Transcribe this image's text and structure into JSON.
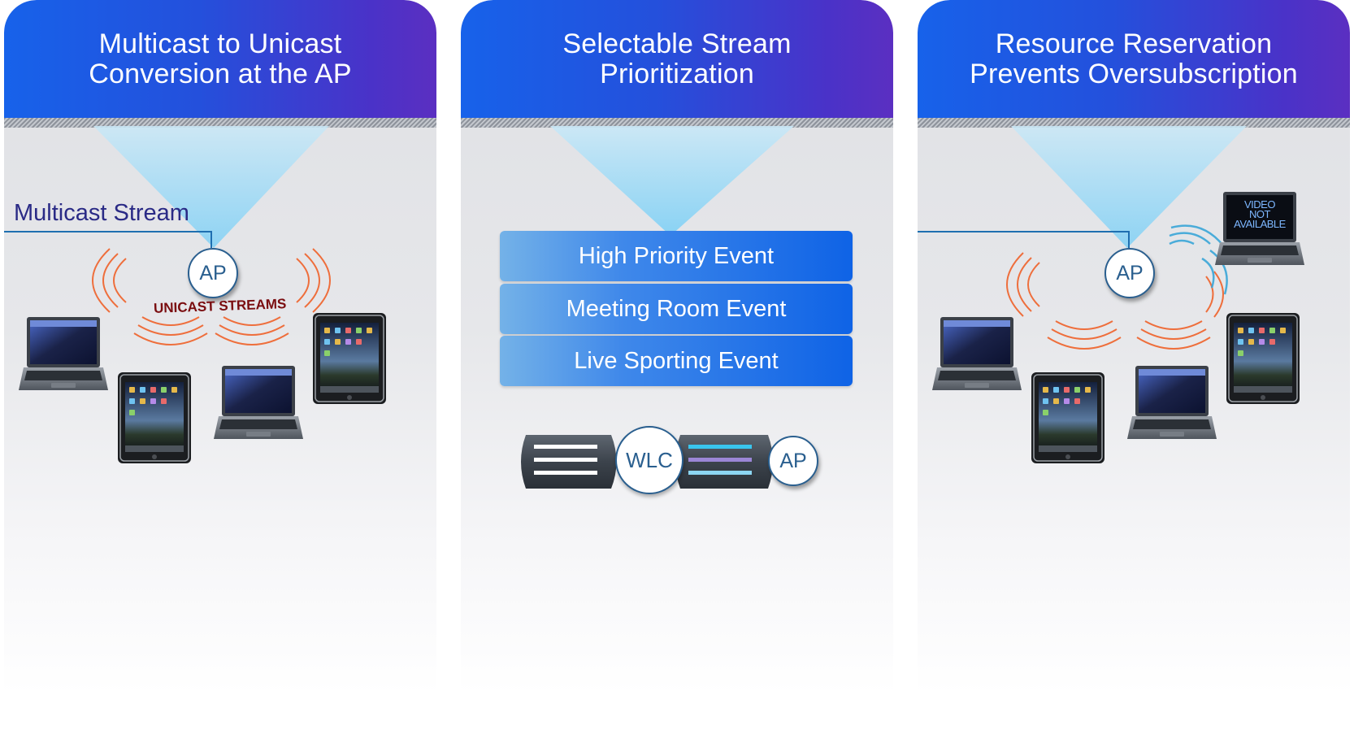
{
  "panels": [
    {
      "title": "Multicast to Unicast Conversion at the AP",
      "stream_label": "Multicast Stream",
      "ap_label": "AP",
      "wave_label": "UNICAST STREAMS"
    },
    {
      "title": "Selectable Stream Prioritization",
      "events": [
        "High Priority Event",
        "Meeting Room Event",
        "Live Sporting Event"
      ],
      "wlc_label": "WLC",
      "ap_label": "AP"
    },
    {
      "title": "Resource Reservation Prevents Oversubscription",
      "ap_label": "AP",
      "screen_lines": [
        "VIDEO",
        "NOT",
        "AVAILABLE"
      ]
    }
  ],
  "colors": {
    "header_start": "#1762ea",
    "header_end": "#5b2fc1",
    "beam": "#8fd3f4",
    "wave": "#f05a1e",
    "wave_blue": "#3aa6d8",
    "stream_line": "#1f6fb0",
    "unicast_text": "#7a0d10"
  },
  "icons": [
    "laptop-icon",
    "tablet-icon",
    "server-icon",
    "wifi-wave-icon"
  ]
}
